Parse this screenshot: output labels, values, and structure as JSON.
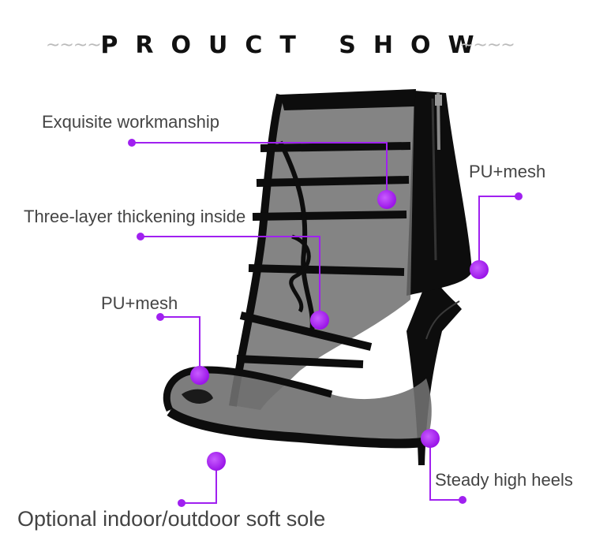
{
  "header": {
    "title": "PROUCT SHOW",
    "left_ornament": "~~~~",
    "right_ornament": "~~~~"
  },
  "callouts": [
    {
      "id": "workmanship",
      "text": "Exquisite workmanship"
    },
    {
      "id": "upper-right-material",
      "text": "PU+mesh"
    },
    {
      "id": "thickening",
      "text": "Three-layer thickening inside"
    },
    {
      "id": "front-material",
      "text": "PU+mesh"
    },
    {
      "id": "heel",
      "text": "Steady high heels"
    },
    {
      "id": "sole",
      "text": "Optional indoor/outdoor soft sole"
    }
  ],
  "colors": {
    "accent": "#a020f0",
    "shoe": "#0d0d0d",
    "mesh": "#6f6f6f",
    "text": "#444444"
  },
  "image": {
    "subject": "black-patent-mesh-peep-toe-high-heel-bootie"
  }
}
